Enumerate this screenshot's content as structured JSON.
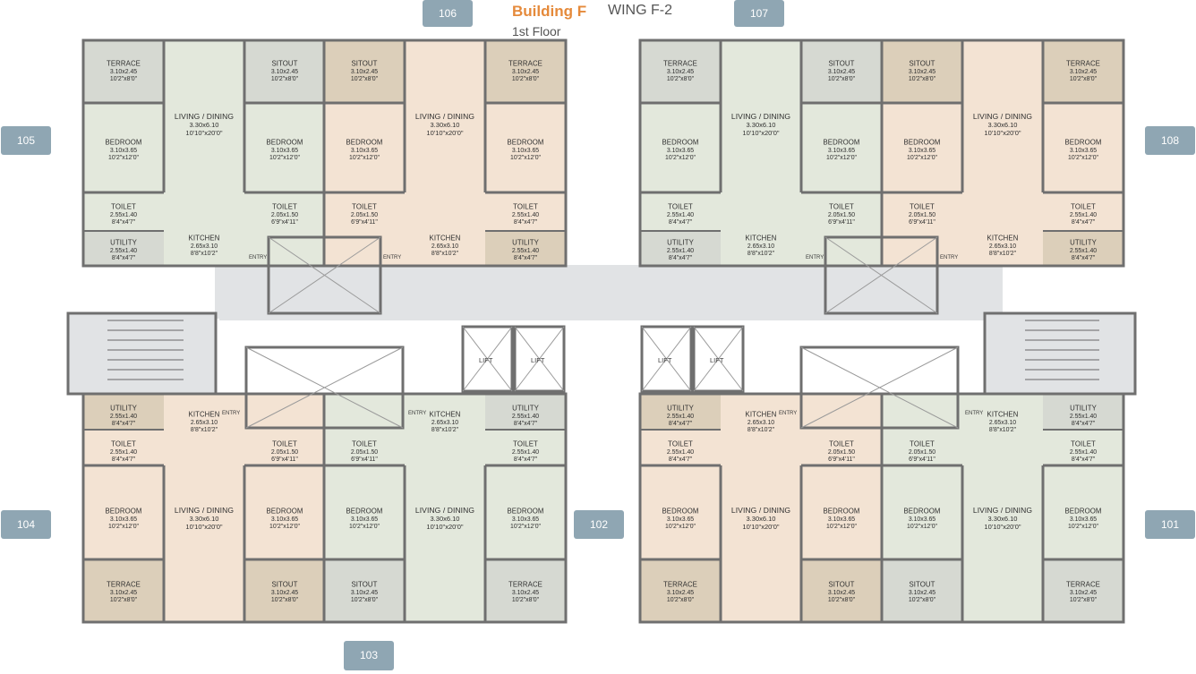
{
  "header": {
    "building": "Building F",
    "wing": "WING  F-2",
    "floor": "1st Floor"
  },
  "colors": {
    "orange_heading": "#e58a3b",
    "wall": "#6f6f6f",
    "flat_tag": "#8fa6b3",
    "beige": "#f3e3d3",
    "green": "#e3e8dc",
    "grey": "#d6d9d2",
    "tan": "#dccfba",
    "corridor": "#e1e3e5"
  },
  "flat_tags": [
    "105",
    "106",
    "107",
    "108",
    "104",
    "103",
    "102",
    "101"
  ],
  "rooms": {
    "terrace": {
      "name": "TERRACE",
      "dim": "3.10x2.45",
      "ft": "10'2\"x8'0\""
    },
    "sitout": {
      "name": "SITOUT",
      "dim": "3.10x2.45",
      "ft": "10'2\"x8'0\""
    },
    "living": {
      "name": "LIVING / DINING",
      "dim": "3.30x6.10",
      "ft": "10'10\"x20'0\""
    },
    "bedroom": {
      "name": "BEDROOM",
      "dim": "3.10x3.65",
      "ft": "10'2\"x12'0\""
    },
    "toilet_a": {
      "name": "TOILET",
      "dim": "2.55x1.40",
      "ft": "8'4\"x4'7\""
    },
    "toilet_b": {
      "name": "TOILET",
      "dim": "2.05x1.50",
      "ft": "6'9\"x4'11\""
    },
    "utility": {
      "name": "UTILITY",
      "dim": "2.55x1.40",
      "ft": "8'4\"x4'7\""
    },
    "kitchen": {
      "name": "KITCHEN",
      "dim": "2.65x3.10",
      "ft": "8'8\"x10'2\""
    }
  },
  "labels": {
    "entry": "ENTRY",
    "lift": "LIFT"
  }
}
